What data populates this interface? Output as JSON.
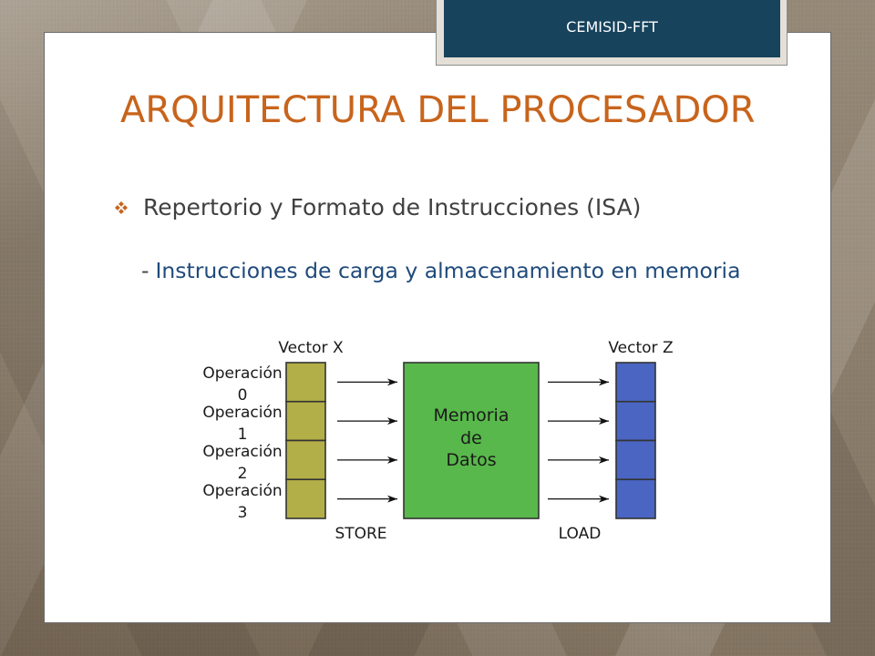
{
  "slide": {
    "tab_label": "CEMISID-FFT",
    "title": "ARQUITECTURA DEL PROCESADOR",
    "bullet_text": "Repertorio y Formato de Instrucciones (ISA)",
    "sub_dash": "-",
    "sub_text": "Instrucciones de carga y almacenamiento en memoria"
  },
  "diagram": {
    "vector_x_label": "Vector X",
    "vector_z_label": "Vector Z",
    "operations": [
      {
        "label": "Operación",
        "index": "0"
      },
      {
        "label": "Operación",
        "index": "1"
      },
      {
        "label": "Operación",
        "index": "2"
      },
      {
        "label": "Operación",
        "index": "3"
      }
    ],
    "memory_label_lines": [
      "Memoria",
      "de",
      "Datos"
    ],
    "store_label": "STORE",
    "load_label": "LOAD"
  },
  "icons": {
    "bullet": "diamond-bullet-icon"
  },
  "colors": {
    "title": "#C8641C",
    "bullet_icon": "#C8641C",
    "body_text": "#404040",
    "sub_text": "#1F4A7C",
    "tab_background": "#17435D",
    "tab_text": "#FFFFFF",
    "vector_x_fill": "#B3AF48",
    "memory_fill": "#58B84B",
    "vector_z_fill": "#4A65C2"
  }
}
